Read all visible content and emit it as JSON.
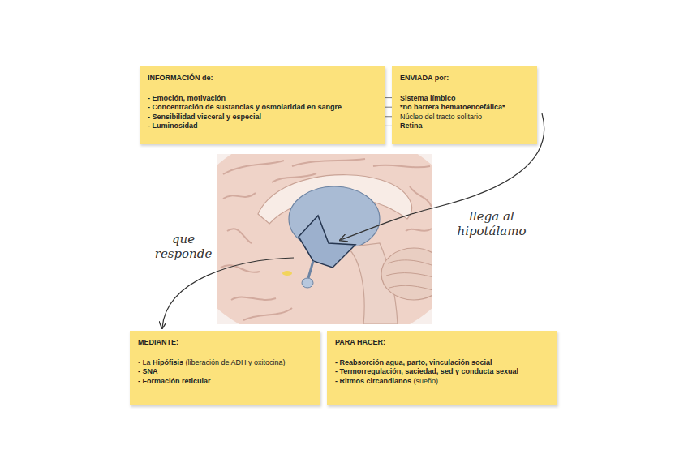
{
  "diagram": {
    "nodes": [
      {
        "text": [
          "INFORMACIÓN de:",
          "- Emoción, motivación",
          "- Concentración de sustancias y osmolaridad en sangre",
          "- Sensibilidad visceral y especial",
          "- Luminosidad"
        ]
      },
      {
        "text": [
          "ENVIADA por:",
          "Sistema límbico",
          "*no barrera hematoencefálica*",
          "Núcleo del tracto solitario",
          "Retina"
        ]
      },
      {
        "text": [
          "MEDIANTE:",
          "- La",
          "Hipófisis",
          "(liberación de ADH y oxitocina)",
          "- SNA",
          "- Formación reticular"
        ]
      },
      {
        "text": [
          "PARA HACER:",
          "- Reabsorción agua, parto, vinculación social",
          "- Termorregulación, saciedad, sed y conducta sexual",
          "- Ritmos circandianos",
          "(sueño)"
        ]
      }
    ],
    "edges": [
      {
        "from": 0,
        "to": 1,
        "arrow": "none"
      },
      {
        "from": 0,
        "to": 1,
        "arrow": "none"
      },
      {
        "from": 0,
        "to": 1,
        "arrow": "none"
      },
      {
        "from": 0,
        "to": 1,
        "arrow": "none"
      }
    ],
    "labels": [
      "llega al hipotálamo",
      "que responde"
    ]
  }
}
